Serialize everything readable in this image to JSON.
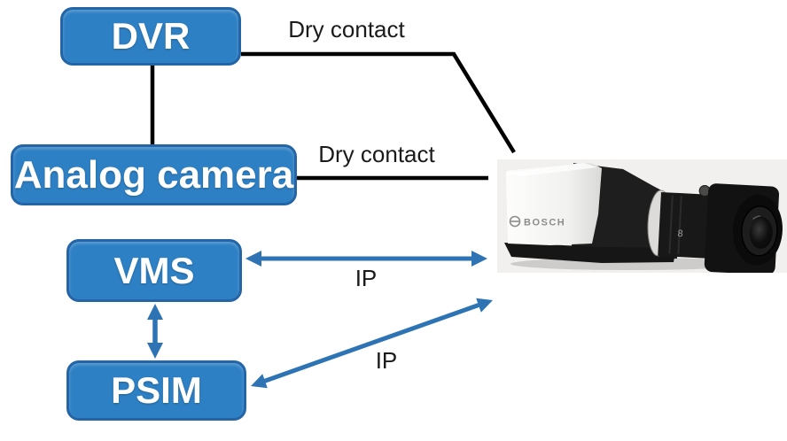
{
  "diagram": {
    "nodes": {
      "dvr": {
        "label": "DVR"
      },
      "analog_camera": {
        "label": "Analog camera"
      },
      "vms": {
        "label": "VMS"
      },
      "psim": {
        "label": "PSIM"
      }
    },
    "edges": [
      {
        "id": "dvr-to-ip-camera",
        "label": "Dry contact",
        "style": "black-elbow-line"
      },
      {
        "id": "analog-camera-to-ip-camera",
        "label": "Dry contact",
        "style": "black-line"
      },
      {
        "id": "dvr-to-analog-camera",
        "label": "",
        "style": "black-line"
      },
      {
        "id": "vms-to-ip-camera",
        "label": "IP",
        "style": "blue-double-arrow"
      },
      {
        "id": "psim-to-ip-camera",
        "label": "IP",
        "style": "blue-double-arrow"
      },
      {
        "id": "vms-to-psim",
        "label": "",
        "style": "blue-double-arrow"
      }
    ],
    "camera": {
      "brand": "BOSCH",
      "lens_marking": "8"
    },
    "colors": {
      "node_fill": "#2E80C4",
      "node_border": "#2365A6",
      "node_text": "#FFFFFF",
      "line_black": "#000000",
      "arrow_blue": "#2E74B5",
      "photo_bg": "#F1F0EE"
    }
  }
}
